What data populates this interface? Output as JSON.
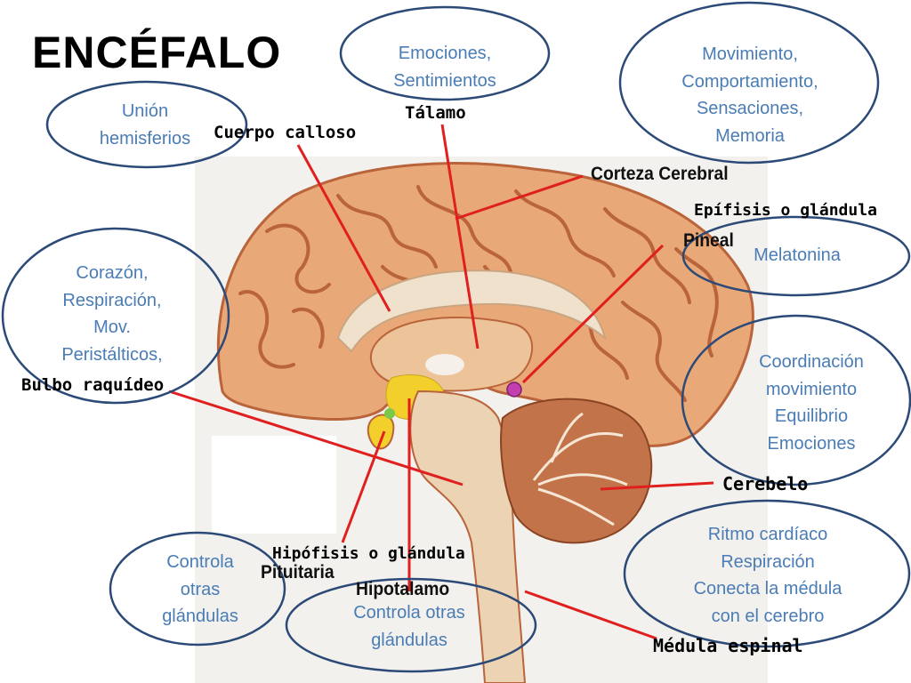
{
  "title": "ENCÉFALO",
  "structures": {
    "cuerpo_calloso": "Cuerpo calloso",
    "talamo": "Tálamo",
    "corteza_cerebral": "Corteza Cerebral",
    "epifisis_line1": "Epífisis o glándula",
    "epifisis_line2": "Pineal",
    "bulbo_raquideo": "Bulbo raquídeo",
    "cerebelo": "Cerebelo",
    "hipofisis_line1": "Hipófisis o glándula",
    "hipofisis_line2": "Pituitaria",
    "hipotalamo": "Hipotalamo",
    "medula_espinal": "Médula espinal"
  },
  "functions": {
    "cuerpo_calloso": [
      "Unión",
      "hemisferios"
    ],
    "talamo": [
      "Emociones,",
      "Sentimientos"
    ],
    "corteza_cerebral": [
      "Movimiento,",
      "Comportamiento,",
      "Sensaciones,",
      "Memoria"
    ],
    "epifisis": [
      "Melatonina"
    ],
    "bulbo_raquideo": [
      "Corazón,",
      "Respiración,",
      "Mov.",
      "Peristálticos,"
    ],
    "cerebelo": [
      "Coordinación",
      "movimiento",
      "Equilibrio",
      "Emociones"
    ],
    "medula_espinal": [
      "Ritmo cardíaco",
      "Respiración",
      "Conecta la médula",
      "con el cerebro"
    ],
    "hipofisis": [
      "Controla",
      "otras",
      "glándulas"
    ],
    "hipotalamo": [
      "Controla  otras",
      "glándulas"
    ]
  },
  "colors": {
    "bubble_border": "#2c4a78",
    "bubble_text": "#4a7cb5",
    "pointer_line": "#e0201f",
    "brain_fill": "#e9a877",
    "brain_fold": "#b9643a",
    "cerebellum": "#c27349",
    "yellow": "#f2cf2a",
    "pineal": "#c13fae"
  }
}
